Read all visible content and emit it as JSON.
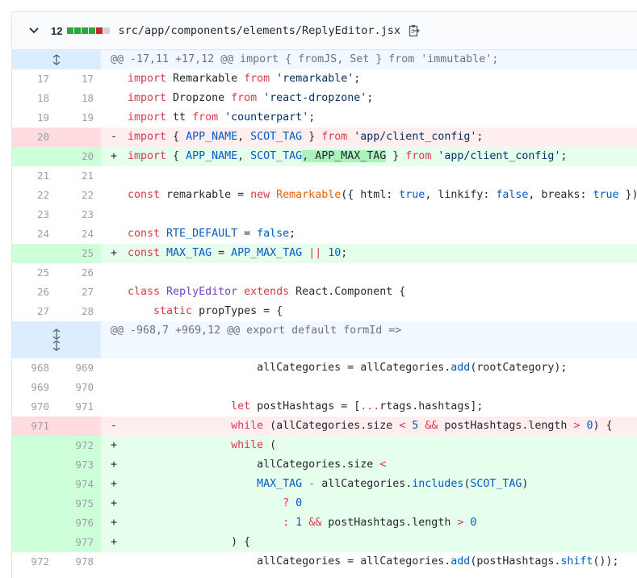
{
  "file": {
    "change_count": "12",
    "path": "src/app/components/elements/ReplyEditor.jsx",
    "diffstat": [
      "#28a745",
      "#28a745",
      "#28a745",
      "#28a745",
      "#cb2431",
      "#d1d5da"
    ]
  },
  "hunks": [
    "@@ -17,11 +17,12 @@ import { fromJS, Set } from 'immutable';",
    "@@ -968,7 +969,12 @@ export default formId =>"
  ],
  "lines": [
    {
      "old": "17",
      "new": "17",
      "type": "ctx",
      "indent": 0,
      "tokens": [
        [
          "kw",
          "import"
        ],
        [
          "",
          " Remarkable "
        ],
        [
          "kw",
          "from"
        ],
        [
          "",
          " "
        ],
        [
          "str",
          "'remarkable'"
        ],
        [
          "",
          ";"
        ]
      ]
    },
    {
      "old": "18",
      "new": "18",
      "type": "ctx",
      "indent": 0,
      "tokens": [
        [
          "kw",
          "import"
        ],
        [
          "",
          " Dropzone "
        ],
        [
          "kw",
          "from"
        ],
        [
          "",
          " "
        ],
        [
          "str",
          "'react-dropzone'"
        ],
        [
          "",
          ";"
        ]
      ]
    },
    {
      "old": "19",
      "new": "19",
      "type": "ctx",
      "indent": 0,
      "tokens": [
        [
          "kw",
          "import"
        ],
        [
          "",
          " tt "
        ],
        [
          "kw",
          "from"
        ],
        [
          "",
          " "
        ],
        [
          "str",
          "'counterpart'"
        ],
        [
          "",
          ";"
        ]
      ]
    },
    {
      "old": "20",
      "new": "",
      "type": "del",
      "indent": 0,
      "tokens": [
        [
          "kw",
          "import"
        ],
        [
          "",
          " { "
        ],
        [
          "const",
          "APP_NAME"
        ],
        [
          "",
          ", "
        ],
        [
          "const",
          "SCOT_TAG"
        ],
        [
          "",
          " } "
        ],
        [
          "kw",
          "from"
        ],
        [
          "",
          " "
        ],
        [
          "str",
          "'app/client_config'"
        ],
        [
          "",
          ";"
        ]
      ]
    },
    {
      "old": "",
      "new": "20",
      "type": "add",
      "indent": 0,
      "tokens": [
        [
          "kw",
          "import"
        ],
        [
          "",
          " { "
        ],
        [
          "const",
          "APP_NAME"
        ],
        [
          "",
          ", "
        ],
        [
          "const",
          "SCOT_TAG"
        ],
        [
          "hl",
          ", APP_MAX_TAG"
        ],
        [
          "",
          " } "
        ],
        [
          "kw",
          "from"
        ],
        [
          "",
          " "
        ],
        [
          "str",
          "'app/client_config'"
        ],
        [
          "",
          ";"
        ]
      ]
    },
    {
      "old": "21",
      "new": "21",
      "type": "ctx",
      "indent": 0,
      "tokens": []
    },
    {
      "old": "22",
      "new": "22",
      "type": "ctx",
      "indent": 0,
      "tokens": [
        [
          "kw",
          "const"
        ],
        [
          "",
          " remarkable = "
        ],
        [
          "kw",
          "new"
        ],
        [
          "",
          " "
        ],
        [
          "cls",
          "Remarkable"
        ],
        [
          "",
          "({ html: "
        ],
        [
          "const",
          "true"
        ],
        [
          "",
          ", linkify: "
        ],
        [
          "const",
          "false"
        ],
        [
          "",
          ", breaks: "
        ],
        [
          "const",
          "true"
        ],
        [
          "",
          " });"
        ]
      ]
    },
    {
      "old": "23",
      "new": "23",
      "type": "ctx",
      "indent": 0,
      "tokens": []
    },
    {
      "old": "24",
      "new": "24",
      "type": "ctx",
      "indent": 0,
      "tokens": [
        [
          "kw",
          "const"
        ],
        [
          "",
          " "
        ],
        [
          "const",
          "RTE_DEFAULT"
        ],
        [
          "",
          " = "
        ],
        [
          "const",
          "false"
        ],
        [
          "",
          ";"
        ]
      ]
    },
    {
      "old": "",
      "new": "25",
      "type": "add",
      "indent": 0,
      "tokens": [
        [
          "kw",
          "const"
        ],
        [
          "",
          " "
        ],
        [
          "const",
          "MAX_TAG"
        ],
        [
          "",
          " = "
        ],
        [
          "const",
          "APP_MAX_TAG"
        ],
        [
          "",
          " "
        ],
        [
          "kw",
          "||"
        ],
        [
          "",
          " "
        ],
        [
          "const",
          "10"
        ],
        [
          "",
          ";"
        ]
      ]
    },
    {
      "old": "25",
      "new": "26",
      "type": "ctx",
      "indent": 0,
      "tokens": []
    },
    {
      "old": "26",
      "new": "27",
      "type": "ctx",
      "indent": 0,
      "tokens": [
        [
          "kw",
          "class"
        ],
        [
          "",
          " "
        ],
        [
          "fn",
          "ReplyEditor"
        ],
        [
          "",
          " "
        ],
        [
          "kw",
          "extends"
        ],
        [
          "",
          " React.Component {"
        ]
      ]
    },
    {
      "old": "27",
      "new": "28",
      "type": "ctx",
      "indent": 4,
      "tokens": [
        [
          "kw",
          "static"
        ],
        [
          "",
          " propTypes = {"
        ]
      ]
    },
    {
      "hunk": 1
    },
    {
      "old": "968",
      "new": "969",
      "type": "ctx",
      "indent": 20,
      "tokens": [
        [
          "",
          "allCategories = allCategories."
        ],
        [
          "const",
          "add"
        ],
        [
          "",
          "(rootCategory);"
        ]
      ]
    },
    {
      "old": "969",
      "new": "970",
      "type": "ctx",
      "indent": 0,
      "tokens": []
    },
    {
      "old": "970",
      "new": "971",
      "type": "ctx",
      "indent": 16,
      "tokens": [
        [
          "kw",
          "let"
        ],
        [
          "",
          " postHashtags = ["
        ],
        [
          "kw",
          "..."
        ],
        [
          "",
          "rtags.hashtags];"
        ]
      ]
    },
    {
      "old": "971",
      "new": "",
      "type": "del",
      "indent": 16,
      "tokens": [
        [
          "kw",
          "while"
        ],
        [
          "",
          " (allCategories.size "
        ],
        [
          "kw",
          "<"
        ],
        [
          "",
          " "
        ],
        [
          "const",
          "5"
        ],
        [
          "",
          " "
        ],
        [
          "kw",
          "&&"
        ],
        [
          "",
          " postHashtags.length "
        ],
        [
          "kw",
          ">"
        ],
        [
          "",
          " "
        ],
        [
          "const",
          "0"
        ],
        [
          "",
          ") {"
        ]
      ]
    },
    {
      "old": "",
      "new": "972",
      "type": "add",
      "indent": 16,
      "tokens": [
        [
          "kw",
          "while"
        ],
        [
          "",
          " ("
        ]
      ]
    },
    {
      "old": "",
      "new": "973",
      "type": "add",
      "indent": 20,
      "tokens": [
        [
          "",
          "allCategories.size "
        ],
        [
          "kw",
          "<"
        ]
      ]
    },
    {
      "old": "",
      "new": "974",
      "type": "add",
      "indent": 20,
      "tokens": [
        [
          "const",
          "MAX_TAG"
        ],
        [
          "",
          " "
        ],
        [
          "kw",
          "-"
        ],
        [
          "",
          " allCategories."
        ],
        [
          "const",
          "includes"
        ],
        [
          "",
          "("
        ],
        [
          "const",
          "SCOT_TAG"
        ],
        [
          "",
          ")"
        ]
      ]
    },
    {
      "old": "",
      "new": "975",
      "type": "add",
      "indent": 24,
      "tokens": [
        [
          "kw",
          "?"
        ],
        [
          "",
          " "
        ],
        [
          "const",
          "0"
        ]
      ]
    },
    {
      "old": "",
      "new": "976",
      "type": "add",
      "indent": 24,
      "tokens": [
        [
          "kw",
          ":"
        ],
        [
          "",
          " "
        ],
        [
          "const",
          "1"
        ],
        [
          "",
          " "
        ],
        [
          "kw",
          "&&"
        ],
        [
          "",
          " postHashtags.length "
        ],
        [
          "kw",
          ">"
        ],
        [
          "",
          " "
        ],
        [
          "const",
          "0"
        ]
      ]
    },
    {
      "old": "",
      "new": "977",
      "type": "add",
      "indent": 16,
      "tokens": [
        [
          "",
          ") {"
        ]
      ]
    },
    {
      "old": "972",
      "new": "978",
      "type": "ctx",
      "indent": 20,
      "tokens": [
        [
          "",
          "allCategories = allCategories."
        ],
        [
          "const",
          "add"
        ],
        [
          "",
          "(postHashtags."
        ],
        [
          "const",
          "shift"
        ],
        [
          "",
          "());"
        ]
      ]
    }
  ]
}
